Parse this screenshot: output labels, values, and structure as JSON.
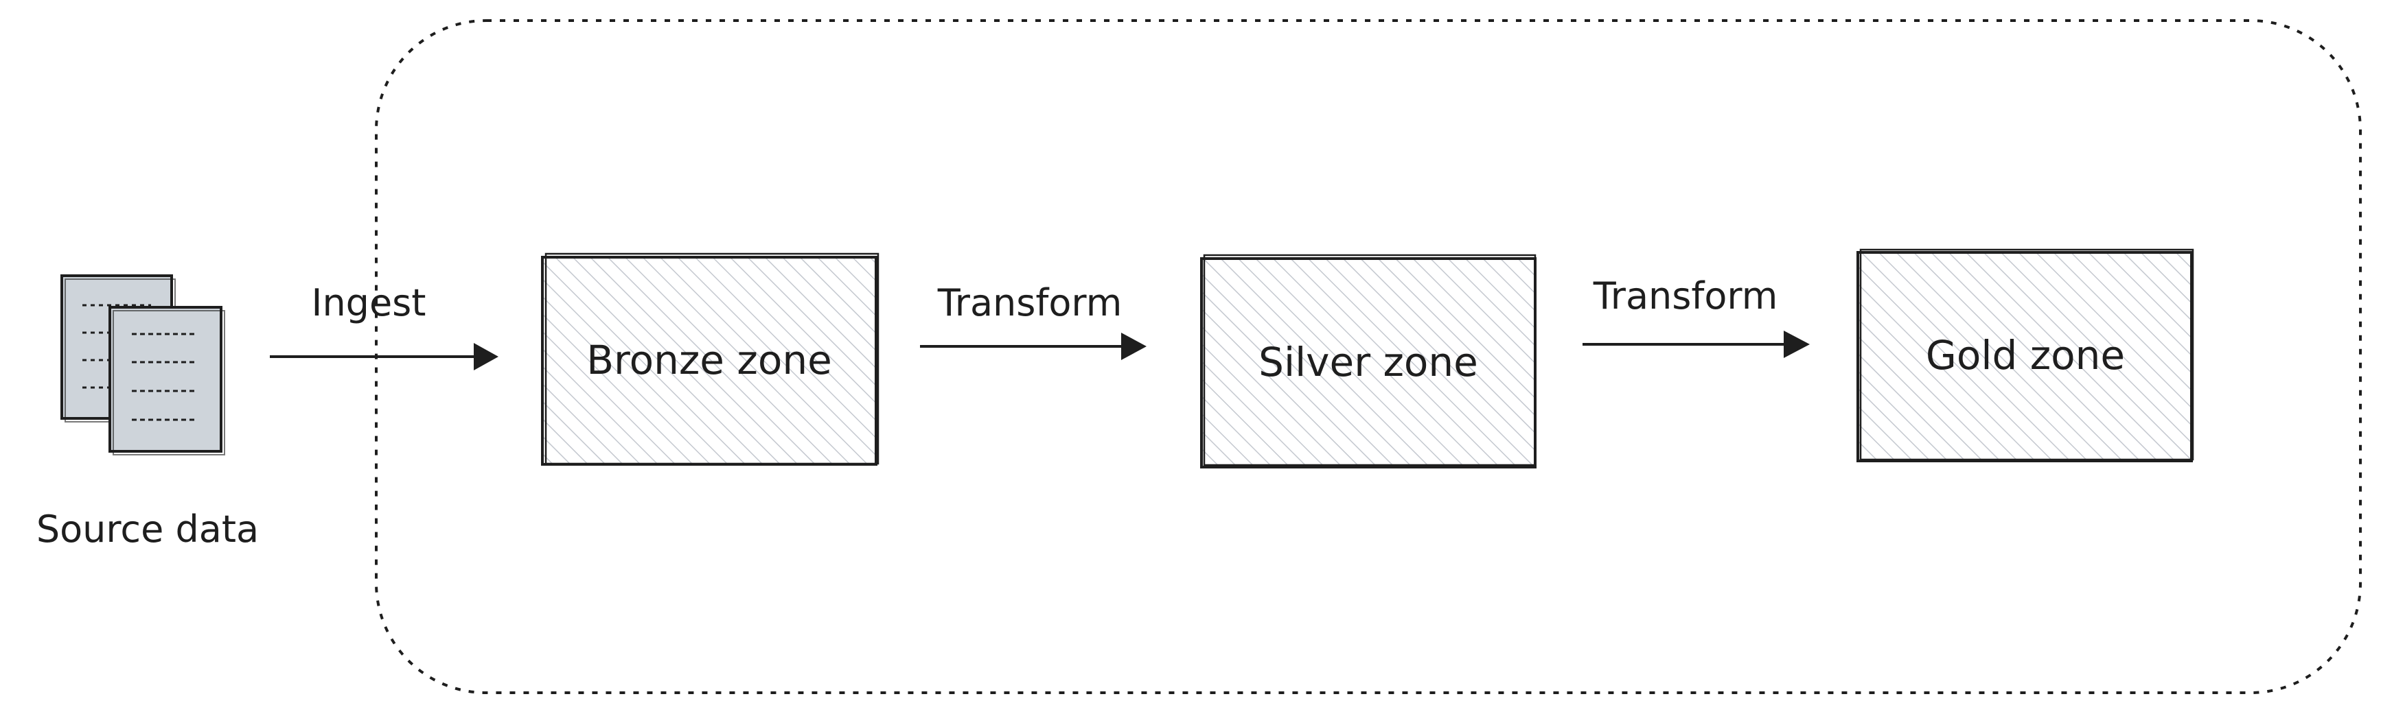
{
  "source": {
    "label": "Source data"
  },
  "flow": {
    "ingest_label": "Ingest",
    "transform_1_label": "Transform",
    "transform_2_label": "Transform"
  },
  "zones": {
    "bronze": "Bronze zone",
    "silver": "Silver zone",
    "gold": "Gold zone"
  },
  "colors": {
    "stroke": "#1e1e1e",
    "document_fill": "#ced4da",
    "hatch": "#c4c8cf"
  }
}
